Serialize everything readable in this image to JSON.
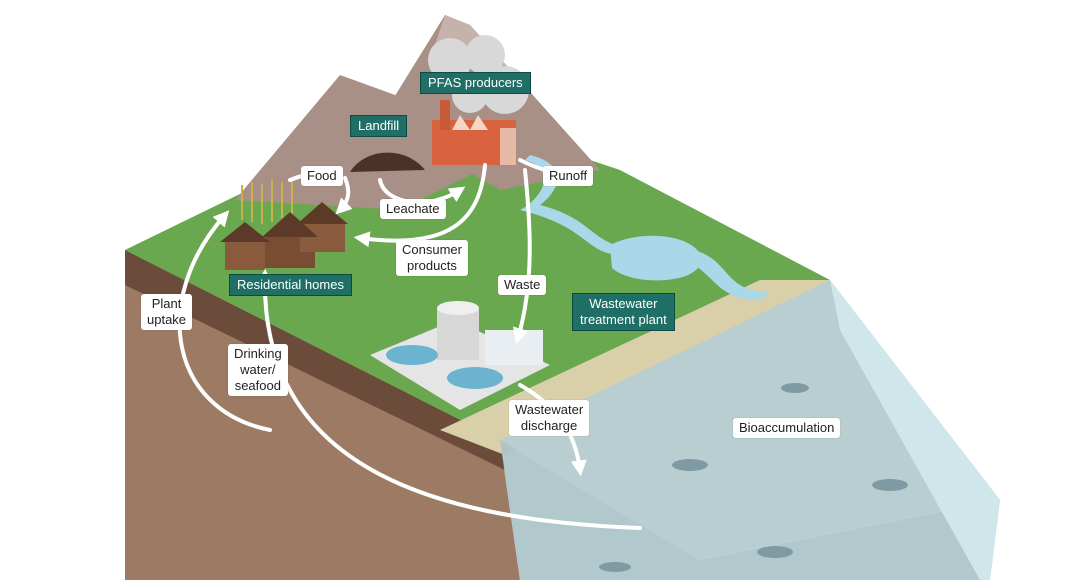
{
  "colors": {
    "tag_fill": "#1f6f66",
    "grass": "#6aa84f",
    "soil": "#9c7a63",
    "water": "#a9d8e8",
    "sea": "#c9dde0",
    "mountain": "#a99087",
    "arrow": "#ffffff"
  },
  "tags": {
    "pfas_producers": "PFAS producers",
    "landfill": "Landfill",
    "residential_homes": "Residential homes",
    "wastewater_plant_1": "Wastewater",
    "wastewater_plant_2": "treatment plant"
  },
  "labels": {
    "food": "Food",
    "leachate": "Leachate",
    "runoff": "Runoff",
    "consumer_1": "Consumer",
    "consumer_2": "products",
    "waste": "Waste",
    "plant_1": "Plant",
    "plant_2": "uptake",
    "drinking_1": "Drinking",
    "drinking_2": "water/",
    "drinking_3": "seafood",
    "discharge_1": "Wastewater",
    "discharge_2": "discharge",
    "bioaccumulation": "Bioaccumulation"
  }
}
